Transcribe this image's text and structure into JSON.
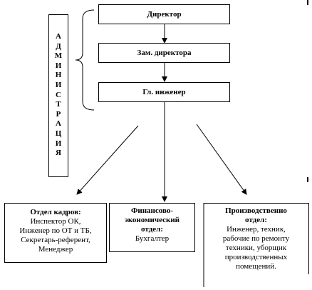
{
  "admin": {
    "letters": [
      "А",
      "Д",
      "М",
      "И",
      "Н",
      "И",
      "С",
      "Т",
      "Р",
      "А",
      "Ц",
      "И",
      "Я"
    ]
  },
  "chain": {
    "director": "Директор",
    "deputy": "Зам. директора",
    "engineer": "Гл. инженер"
  },
  "departments": {
    "hr": {
      "title": "Отдел кадров:",
      "staff": [
        "Инспектор ОК,",
        "Инженер по ОТ и ТБ,",
        "Секретарь-референт,",
        "Менеджер"
      ]
    },
    "finance": {
      "title": [
        "Финансово-",
        "экономический",
        "отдел:"
      ],
      "staff": [
        "Бухгалтер"
      ]
    },
    "production": {
      "title": [
        "Производственно",
        "отдел:"
      ],
      "staff": [
        "Инженер, техник,",
        "рабочие по ремонту",
        "техники, уборщик",
        "производственных",
        "помещений."
      ]
    }
  }
}
